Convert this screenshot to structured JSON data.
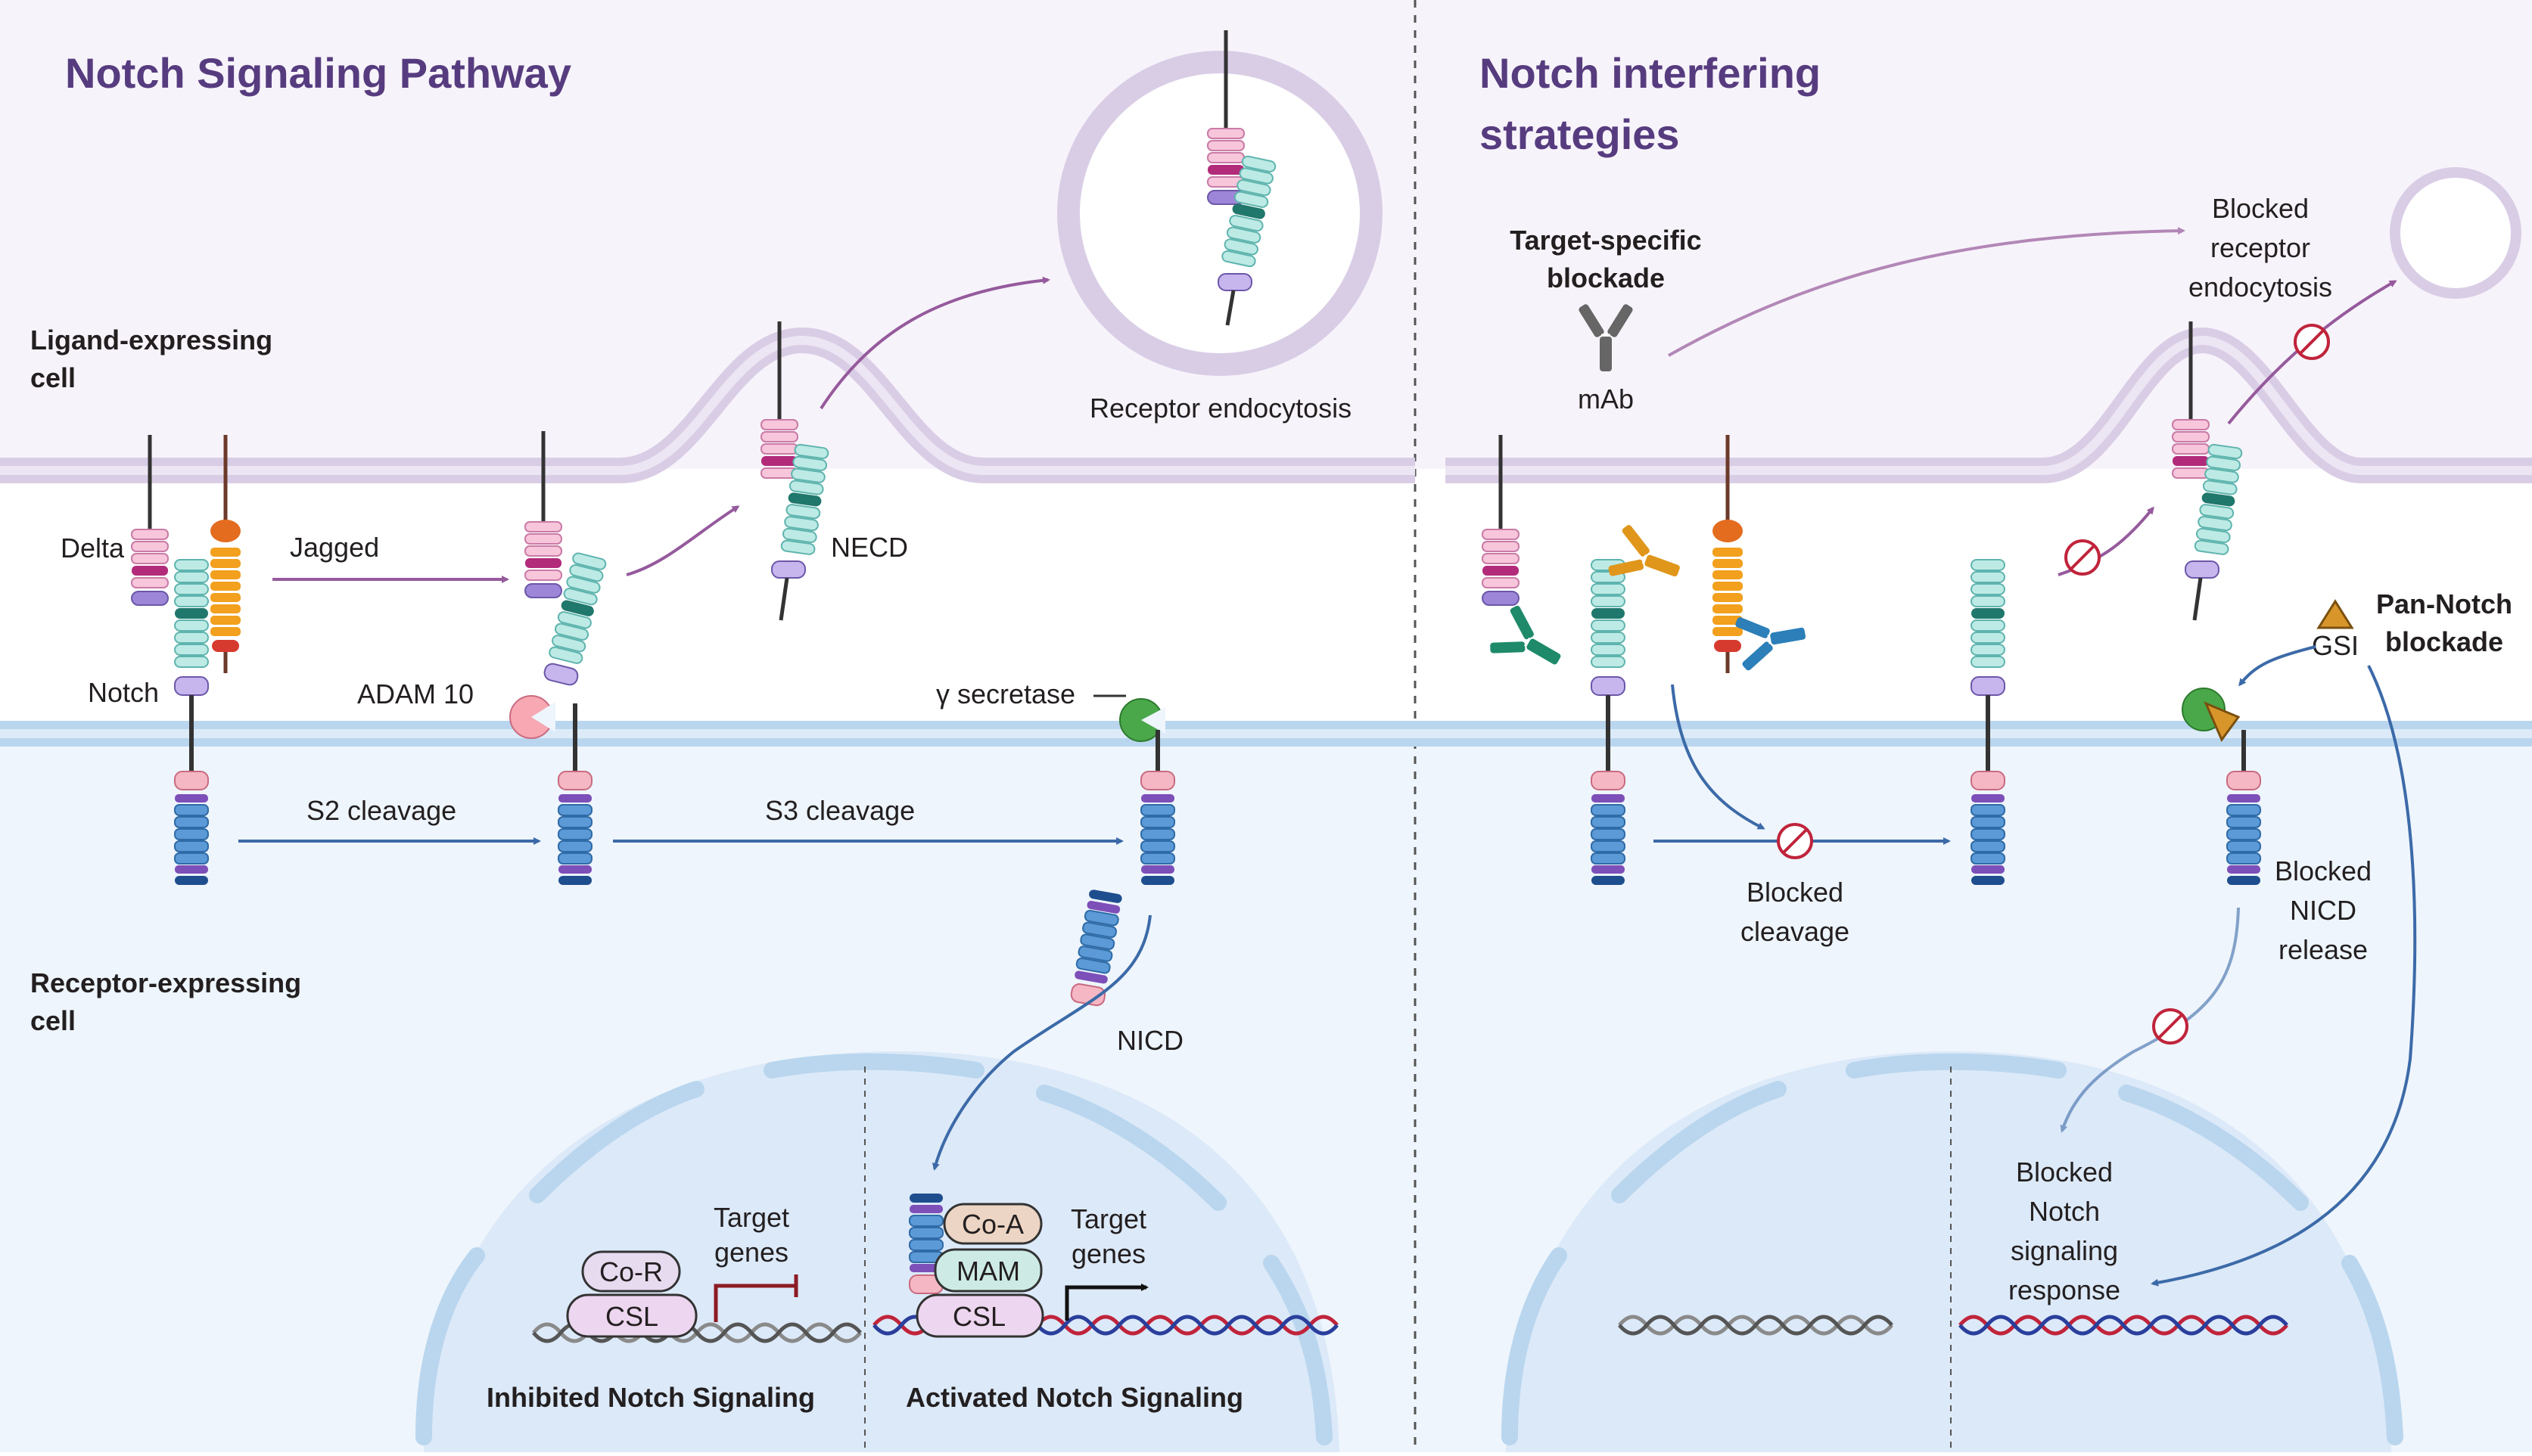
{
  "left_panel": {
    "title": "Notch Signaling Pathway",
    "ligand_cell": [
      "Ligand-expressing",
      "cell"
    ],
    "receptor_cell": [
      "Receptor-expressing",
      "cell"
    ],
    "labels": {
      "delta": "Delta",
      "jagged": "Jagged",
      "notch": "Notch",
      "adam10": "ADAM 10",
      "necd": "NECD",
      "endocytosis": "Receptor endocytosis",
      "gamma_secretase": "γ secretase",
      "s2": "S2 cleavage",
      "s3": "S3 cleavage",
      "nicd": "NICD"
    },
    "inhibited": {
      "title": "Inhibited Notch Signaling",
      "co_r": "Co-R",
      "csl": "CSL",
      "target": [
        "Target",
        "genes"
      ]
    },
    "activated": {
      "title": "Activated Notch Signaling",
      "co_a": "Co-A",
      "mam": "MAM",
      "csl": "CSL",
      "target": [
        "Target",
        "genes"
      ]
    }
  },
  "right_panel": {
    "title": [
      "Notch interfering",
      "strategies"
    ],
    "target_specific": [
      "Target-specific",
      "blockade"
    ],
    "mab": "mAb",
    "blocked_endocytosis": [
      "Blocked",
      "receptor",
      "endocytosis"
    ],
    "pan_notch": [
      "Pan-Notch",
      "blockade"
    ],
    "gsi": "GSI",
    "blocked_cleavage": [
      "Blocked",
      "cleavage"
    ],
    "blocked_nicd": [
      "Blocked",
      "NICD",
      "release"
    ],
    "blocked_response": [
      "Blocked",
      "Notch",
      "signaling",
      "response"
    ]
  },
  "colors": {
    "title": "#563c7f",
    "ligand_cell_bg": "#f7f3fa",
    "receptor_cell_bg": "#eef5fc",
    "membrane_purple": "#d9cde6",
    "membrane_blue": "#b9d6ee",
    "nucleus": "#dce9f8",
    "arrow_purple": "#955a9c",
    "arrow_blue": "#3c6aa8",
    "delta": "#f3b6d3",
    "notch_ecd": "#a7e1dc",
    "notch_icd": "#4d8dc8",
    "jagged": "#f2a01e",
    "inhibit": "#c0243b"
  }
}
